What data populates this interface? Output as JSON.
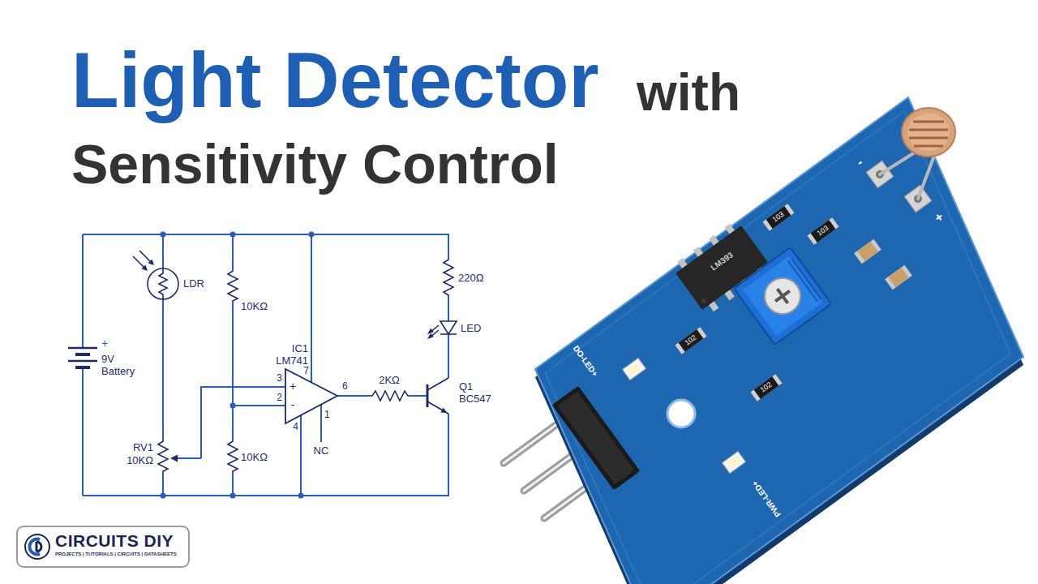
{
  "diagram": {
    "title": "Light Detector",
    "nodes": [
      {
        "text": [
          "CIRCUITS DIY",
          "PROJECTS | TUTORIALS | CIRCUITS | DATASHEETS"
        ]
      }
    ],
    "labels": [
      "with",
      "Sensitivity Control",
      "LDR",
      "+",
      "9V",
      "Battery",
      "10KΩ",
      "IC1",
      "LM741",
      "3",
      "+",
      "7",
      "2",
      "-",
      "6",
      "2KΩ",
      "220Ω",
      "LED",
      "Q1",
      "BC547",
      "4",
      "1",
      "RV1",
      "10KΩ",
      "10KΩ",
      "NC",
      "-",
      "+",
      "103",
      "103",
      "LM393",
      "DO-LED+",
      "102",
      "102",
      "PWR-LED+"
    ]
  }
}
